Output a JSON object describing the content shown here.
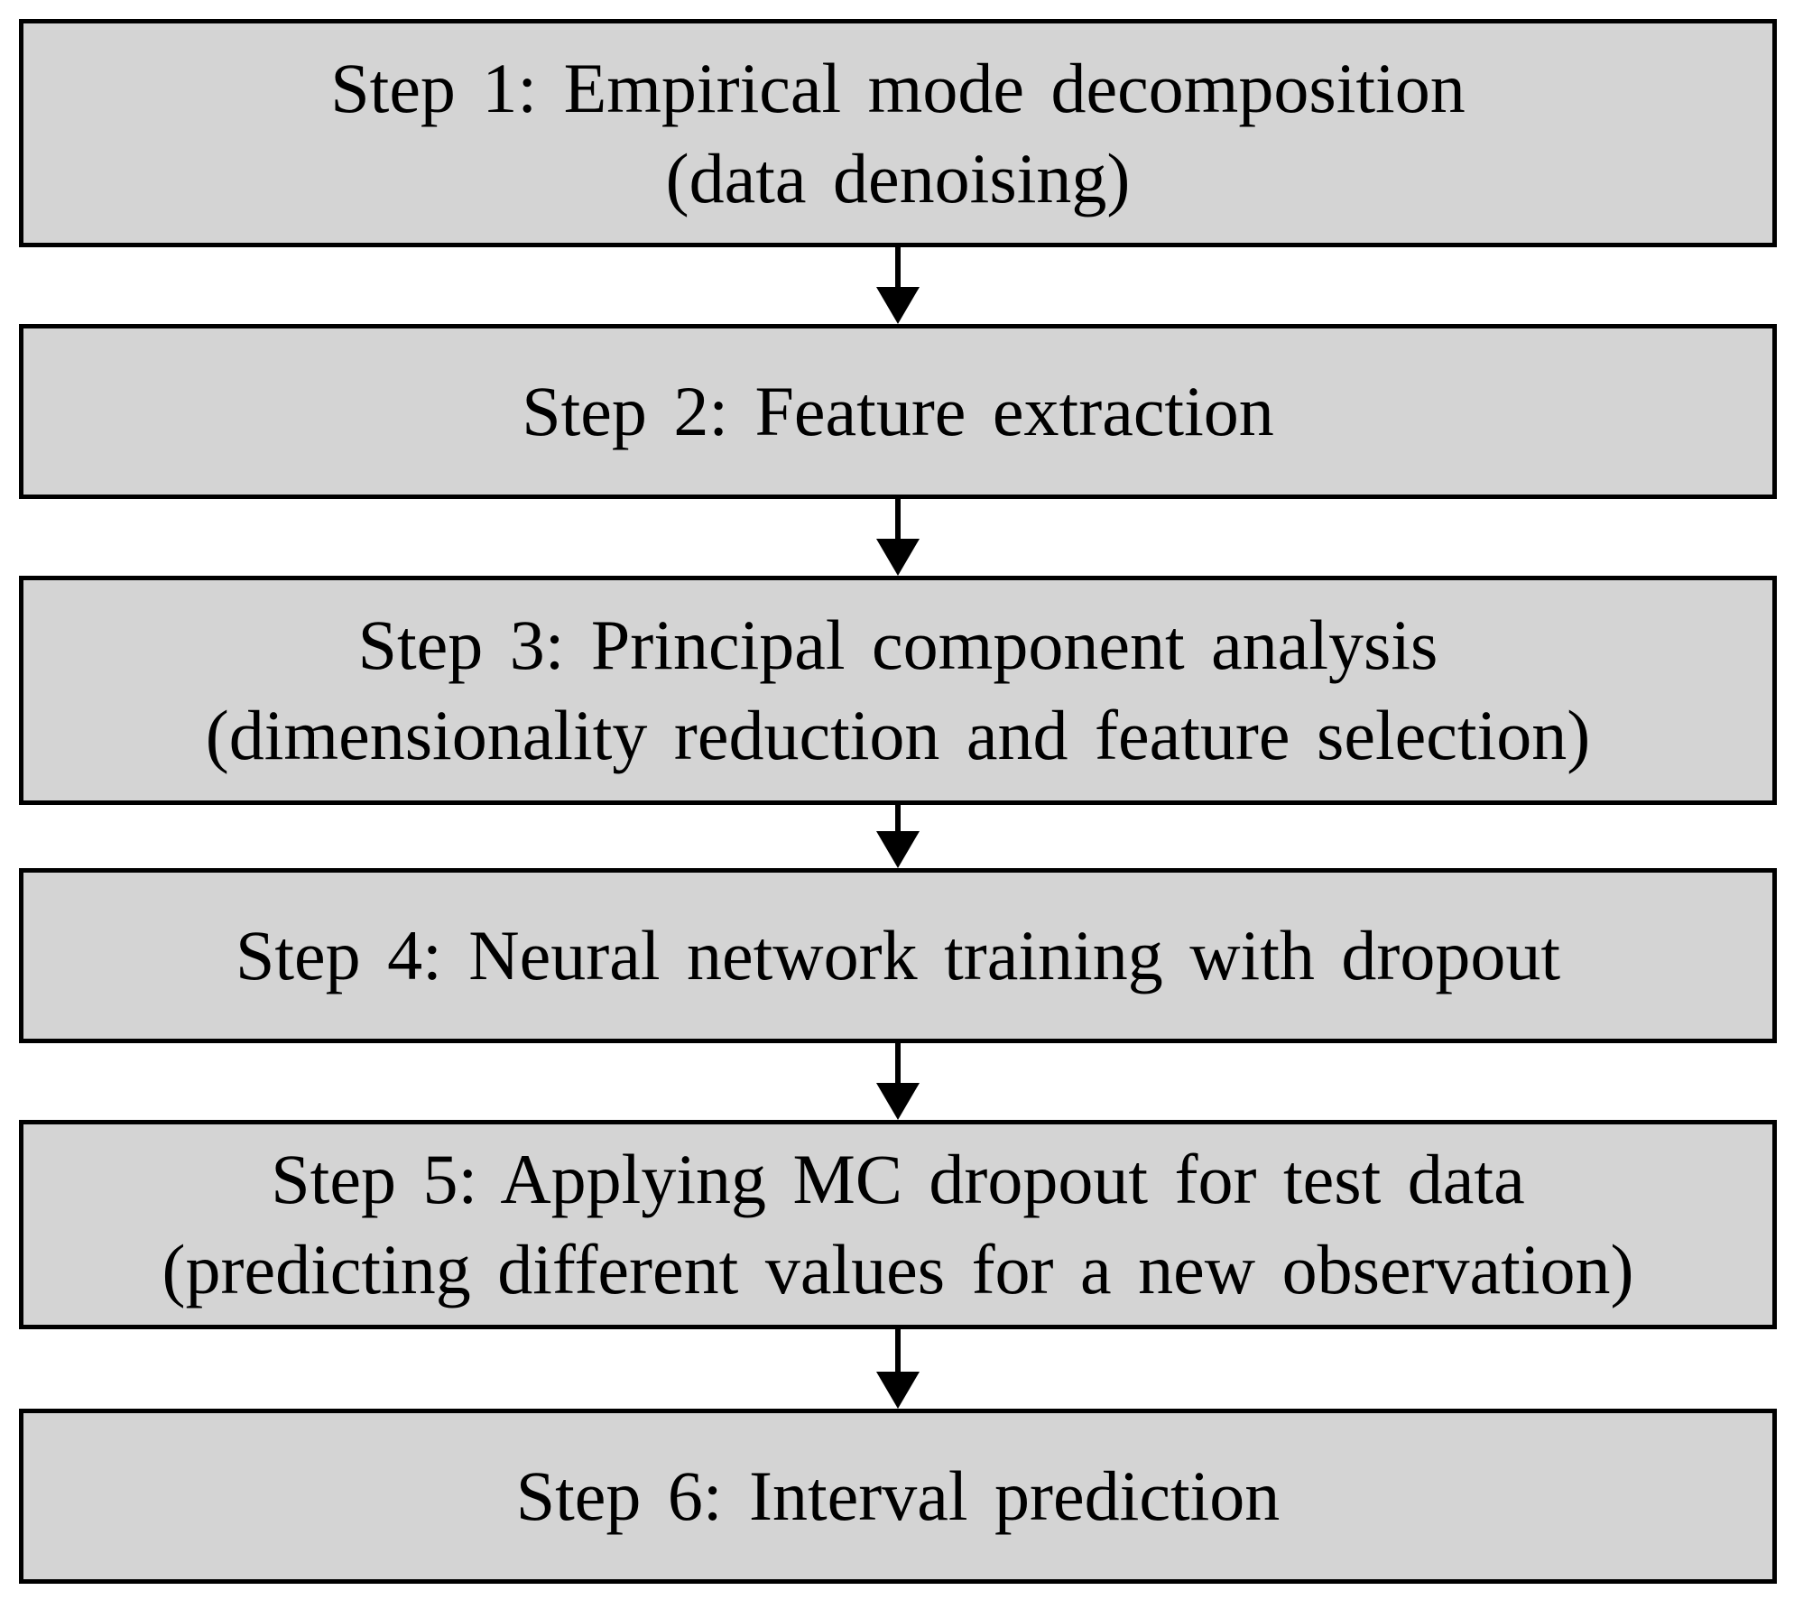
{
  "steps": [
    {
      "line1": "Step 1: Empirical mode decomposition",
      "line2": "(data denoising)"
    },
    {
      "line1": "Step 2: Feature extraction",
      "line2": ""
    },
    {
      "line1": "Step 3: Principal component analysis",
      "line2": "(dimensionality reduction and feature selection)"
    },
    {
      "line1": "Step 4: Neural network training with dropout",
      "line2": ""
    },
    {
      "line1": "Step 5: Applying MC dropout for test data",
      "line2": "(predicting different values for a new observation)"
    },
    {
      "line1": "Step 6: Interval prediction",
      "line2": ""
    }
  ],
  "colors": {
    "box_fill": "#d4d4d4",
    "stroke": "#000000"
  }
}
